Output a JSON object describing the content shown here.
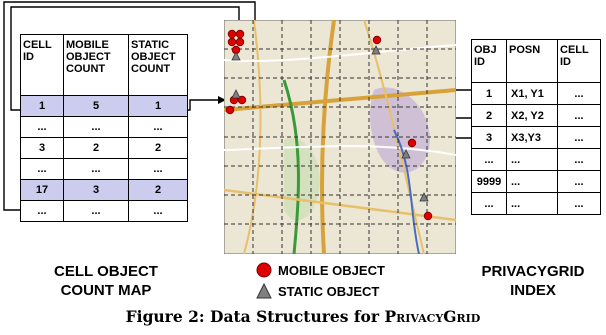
{
  "cell_table": {
    "headers": [
      "CELL ID",
      "MOBILE OBJECT COUNT",
      "STATIC OBJECT COUNT"
    ],
    "rows": [
      [
        "1",
        "5",
        "1"
      ],
      [
        "...",
        "...",
        "..."
      ],
      [
        "3",
        "2",
        "2"
      ],
      [
        "...",
        "...",
        "..."
      ],
      [
        "17",
        "3",
        "2"
      ],
      [
        "...",
        "...",
        "..."
      ]
    ],
    "caption_line1": "CELL OBJECT",
    "caption_line2": "COUNT MAP"
  },
  "object_table": {
    "headers": [
      "OBJ ID",
      "POSN",
      "CELL ID"
    ],
    "rows": [
      [
        "1",
        "X1, Y1",
        "..."
      ],
      [
        "2",
        "X2, Y2",
        "..."
      ],
      [
        "3",
        "X3,Y3",
        "..."
      ],
      [
        "...",
        "...",
        "..."
      ],
      [
        "9999",
        "...",
        "..."
      ],
      [
        "...",
        "...",
        "..."
      ]
    ],
    "caption_line1": "PRIVACYGRID",
    "caption_line2": "INDEX"
  },
  "legend": {
    "mobile": "MOBILE OBJECT",
    "static": "STATIC OBJECT"
  },
  "colors": {
    "highlight": "#ccccee",
    "mobile_dot": "#e00000",
    "static_triangle": "#808080",
    "map_base": "#ece6d4",
    "grid_dash": "#333333"
  },
  "figure_caption": {
    "prefix": "Figure 2: Data Structures for ",
    "name": "PrivacyGrid"
  }
}
